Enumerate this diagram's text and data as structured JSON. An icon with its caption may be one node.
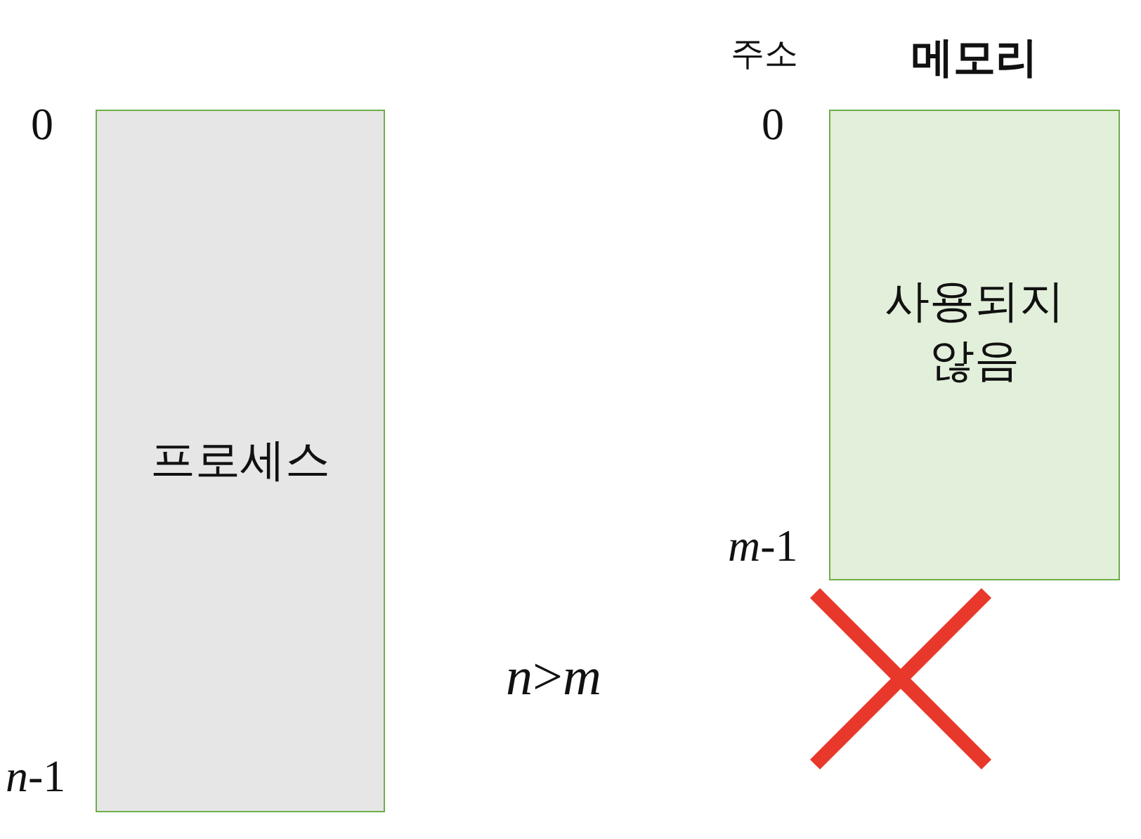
{
  "diagram": {
    "nodes": [
      {
        "text": [
          "프로세스"
        ]
      },
      {
        "text": [
          "메모리",
          "사용되지 않음"
        ]
      }
    ],
    "edges": [],
    "labels": [
      "주소",
      "0",
      "0",
      "*m*-1",
      "*n*>*m*",
      "*n*-1"
    ]
  }
}
